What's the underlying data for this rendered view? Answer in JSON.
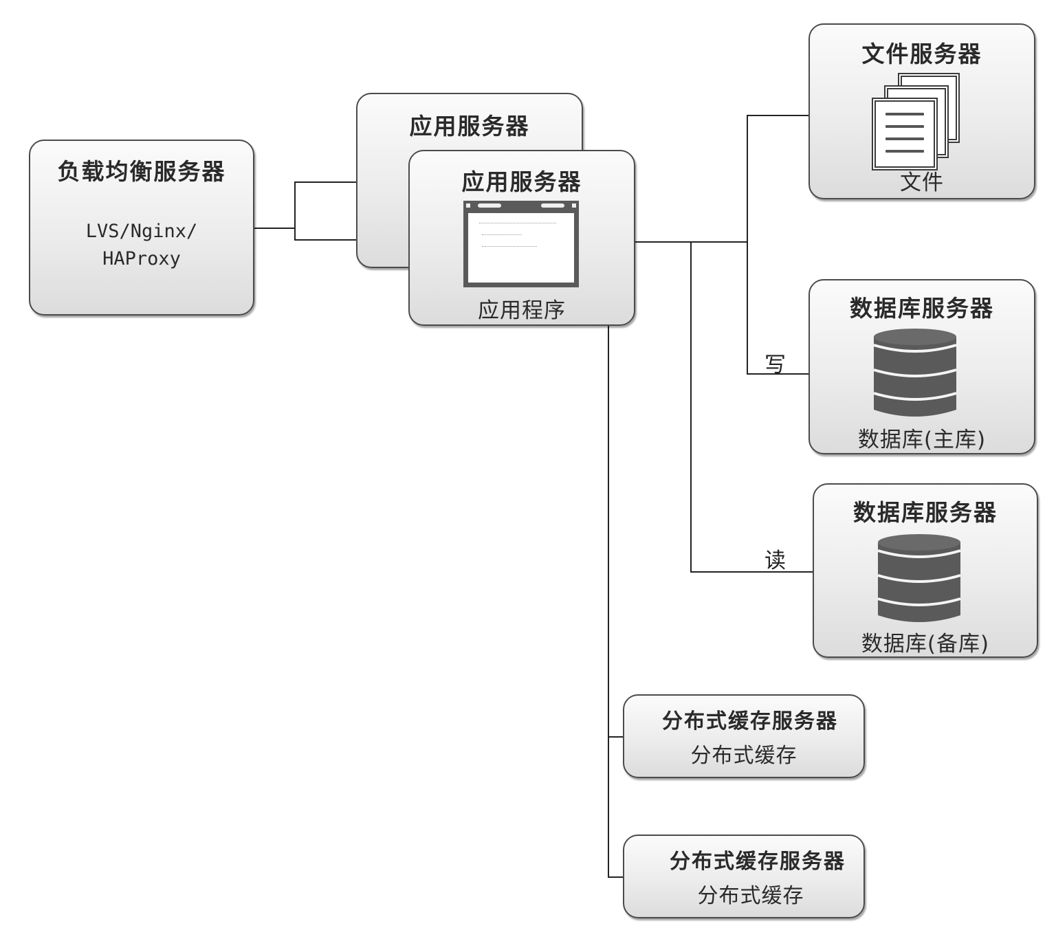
{
  "diagram": {
    "type": "architecture",
    "nodes": {
      "load_balancer": {
        "title": "负载均衡服务器",
        "subtitle_lines": [
          "LVS/Nginx/",
          "HAProxy"
        ]
      },
      "app_server_back": {
        "title": "应用服务器"
      },
      "app_server_front": {
        "title": "应用服务器",
        "icon": "app-window-icon",
        "label": "应用程序"
      },
      "file_server": {
        "title": "文件服务器",
        "icon": "file-stack-icon",
        "label": "文件"
      },
      "db_master": {
        "title": "数据库服务器",
        "icon": "database-icon",
        "label": "数据库(主库)"
      },
      "db_slave": {
        "title": "数据库服务器",
        "icon": "database-icon",
        "label": "数据库(备库)"
      },
      "cache_1": {
        "title": "分布式缓存服务器",
        "label": "分布式缓存"
      },
      "cache_2": {
        "title": "分布式缓存服务器",
        "label": "分布式缓存"
      }
    },
    "edges": [
      {
        "from": "load_balancer",
        "to": "app_server_back",
        "label": ""
      },
      {
        "from": "load_balancer",
        "to": "app_server_front",
        "label": ""
      },
      {
        "from": "app_server_front",
        "to": "file_server",
        "label": ""
      },
      {
        "from": "app_server_front",
        "to": "db_master",
        "label": "写"
      },
      {
        "from": "app_server_front",
        "to": "db_slave",
        "label": "读"
      },
      {
        "from": "app_server_front",
        "to": "cache_1",
        "label": ""
      },
      {
        "from": "app_server_front",
        "to": "cache_2",
        "label": ""
      }
    ],
    "colors": {
      "line": "#222222",
      "box_border": "#4a4a4a",
      "box_fill": "#e8e8e8",
      "icon_dark": "#5a5a5a"
    }
  }
}
